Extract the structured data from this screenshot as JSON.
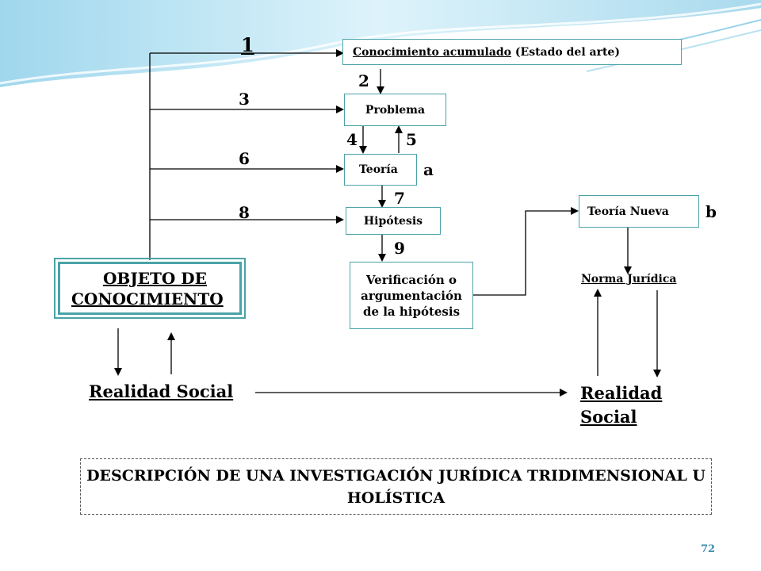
{
  "numbers": {
    "n1": "1",
    "n2": "2",
    "n3": "3",
    "n4": "4",
    "n5": "5",
    "n6": "6",
    "n7": "7",
    "n8": "8",
    "n9": "9"
  },
  "letters": {
    "a": "a",
    "b": "b"
  },
  "boxes": {
    "conocimiento_underlined": "Conocimiento acumulado",
    "conocimiento_rest": " (Estado del arte)",
    "problema": "Problema",
    "teoria": "Teoría",
    "hipotesis": "Hipótesis",
    "verificacion_l1": "Verificación o",
    "verificacion_l2": "argumentación",
    "verificacion_l3": "de la hipótesis",
    "teoria_nueva": "Teoría Nueva",
    "norma_juridica": "Norma Jurídica",
    "objeto_l1": "OBJETO DE",
    "objeto_l2": "CONOCIMIENTO"
  },
  "realidad_left": "Realidad Social",
  "realidad_right_l1": "Realidad",
  "realidad_right_l2": "Social",
  "caption": {
    "line1": "DESCRIPCIÓN DE UNA INVESTIGACIÓN JURÍDICA TRIDIMENSIONAL U",
    "line2": "HOLÍSTICA"
  },
  "page_number": "72",
  "colors": {
    "accent": "#4aa3a8",
    "page_number": "#3a8fb0",
    "header_wave": "#bfe6f2"
  }
}
